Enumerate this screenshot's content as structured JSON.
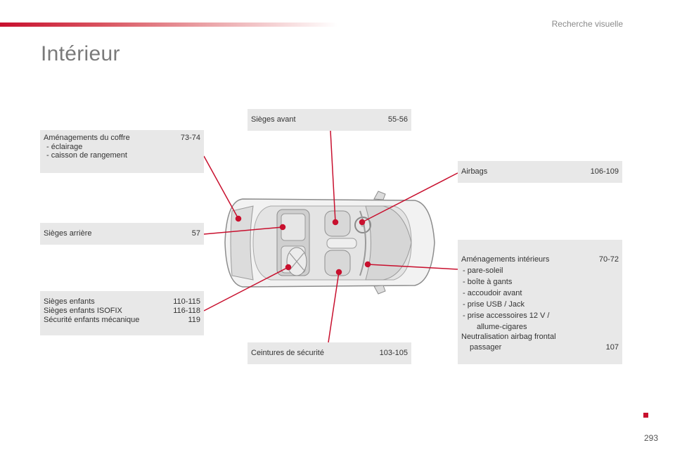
{
  "header": {
    "section": "Recherche visuelle"
  },
  "page": {
    "title": "Intérieur",
    "number": "293"
  },
  "boxes": {
    "coffre": {
      "label": "Aménagements du coffre",
      "pages": "73-74",
      "items": [
        "-   éclairage",
        "-   caisson de rangement"
      ]
    },
    "arriere": {
      "label": "Sièges arrière",
      "pages": "57"
    },
    "enfants": {
      "rows": [
        {
          "label": "Sièges enfants",
          "pages": "110-115"
        },
        {
          "label": "Sièges enfants ISOFIX",
          "pages": "116-118"
        },
        {
          "label": "Sécurité enfants mécanique",
          "pages": "119"
        }
      ]
    },
    "avant": {
      "label": "Sièges avant",
      "pages": "55-56"
    },
    "ceintures": {
      "label": "Ceintures de sécurité",
      "pages": "103-105"
    },
    "airbags": {
      "label": "Airbags",
      "pages": "106-109"
    },
    "interieurs": {
      "label": "Aménagements intérieurs",
      "pages": "70-72",
      "items": [
        "-   pare-soleil",
        "-   boîte à gants",
        "-   accoudoir avant",
        "-   prise USB / Jack",
        "-   prise accessoires 12 V /"
      ],
      "item_cont": "allume-cigares",
      "neutral_label": "Neutralisation airbag frontal",
      "neutral_cont": "passager",
      "neutral_pages": "107"
    }
  },
  "colors": {
    "accent": "#c8102e",
    "box": "#e8e8e8",
    "title": "#7a7a7a"
  }
}
